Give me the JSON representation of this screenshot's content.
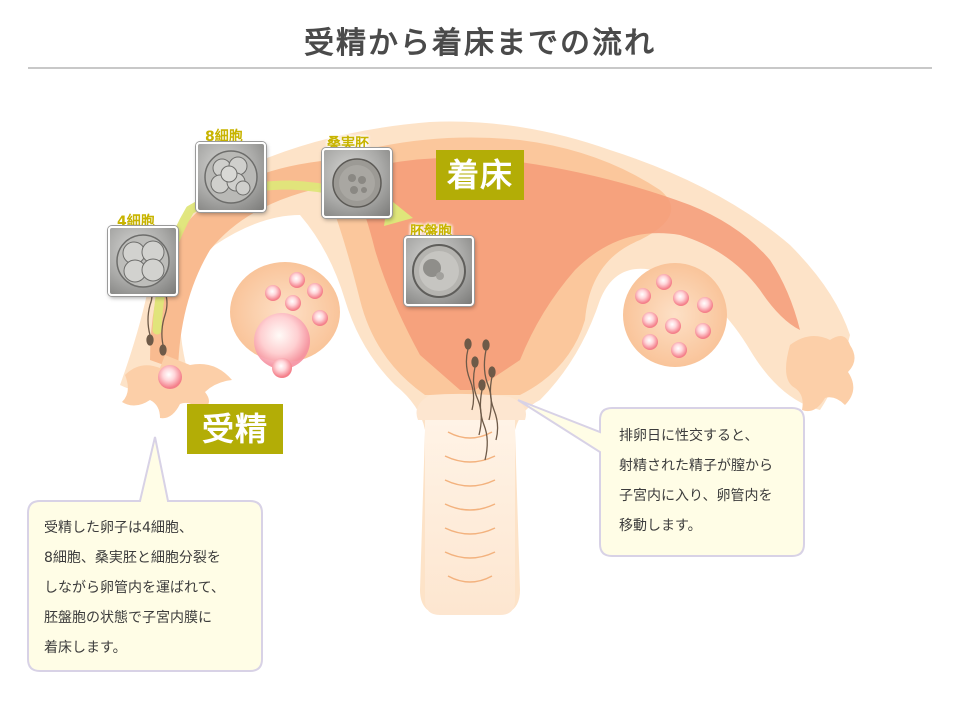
{
  "title": "受精から着床までの流れ",
  "stages": {
    "four_cell": "4細胞",
    "eight_cell": "8細胞",
    "morula": "桑実胚",
    "blastocyst": "胚盤胞"
  },
  "badges": {
    "fertilization": "受精",
    "implantation": "着床"
  },
  "callouts": {
    "left": "受精した卵子は4細胞、\n8細胞、桑実胚と細胞分裂を\nしながら卵管内を運ばれて、\n胚盤胞の状態で子宮内膜に\n着床します。",
    "right": "排卵日に性交すると、\n射精された精子が膣から\n子宮内に入り、卵管内を\n移動します。"
  },
  "colors": {
    "uterus_light": "#fde3c8",
    "uterus_mid": "#fbc79c",
    "uterus_deep": "#f59b78",
    "badge": "#b3ad06",
    "label": "#c8b400",
    "callout_bg": "#fffde6",
    "callout_border": "#d8d2e6",
    "egg": "#f47f8a"
  }
}
